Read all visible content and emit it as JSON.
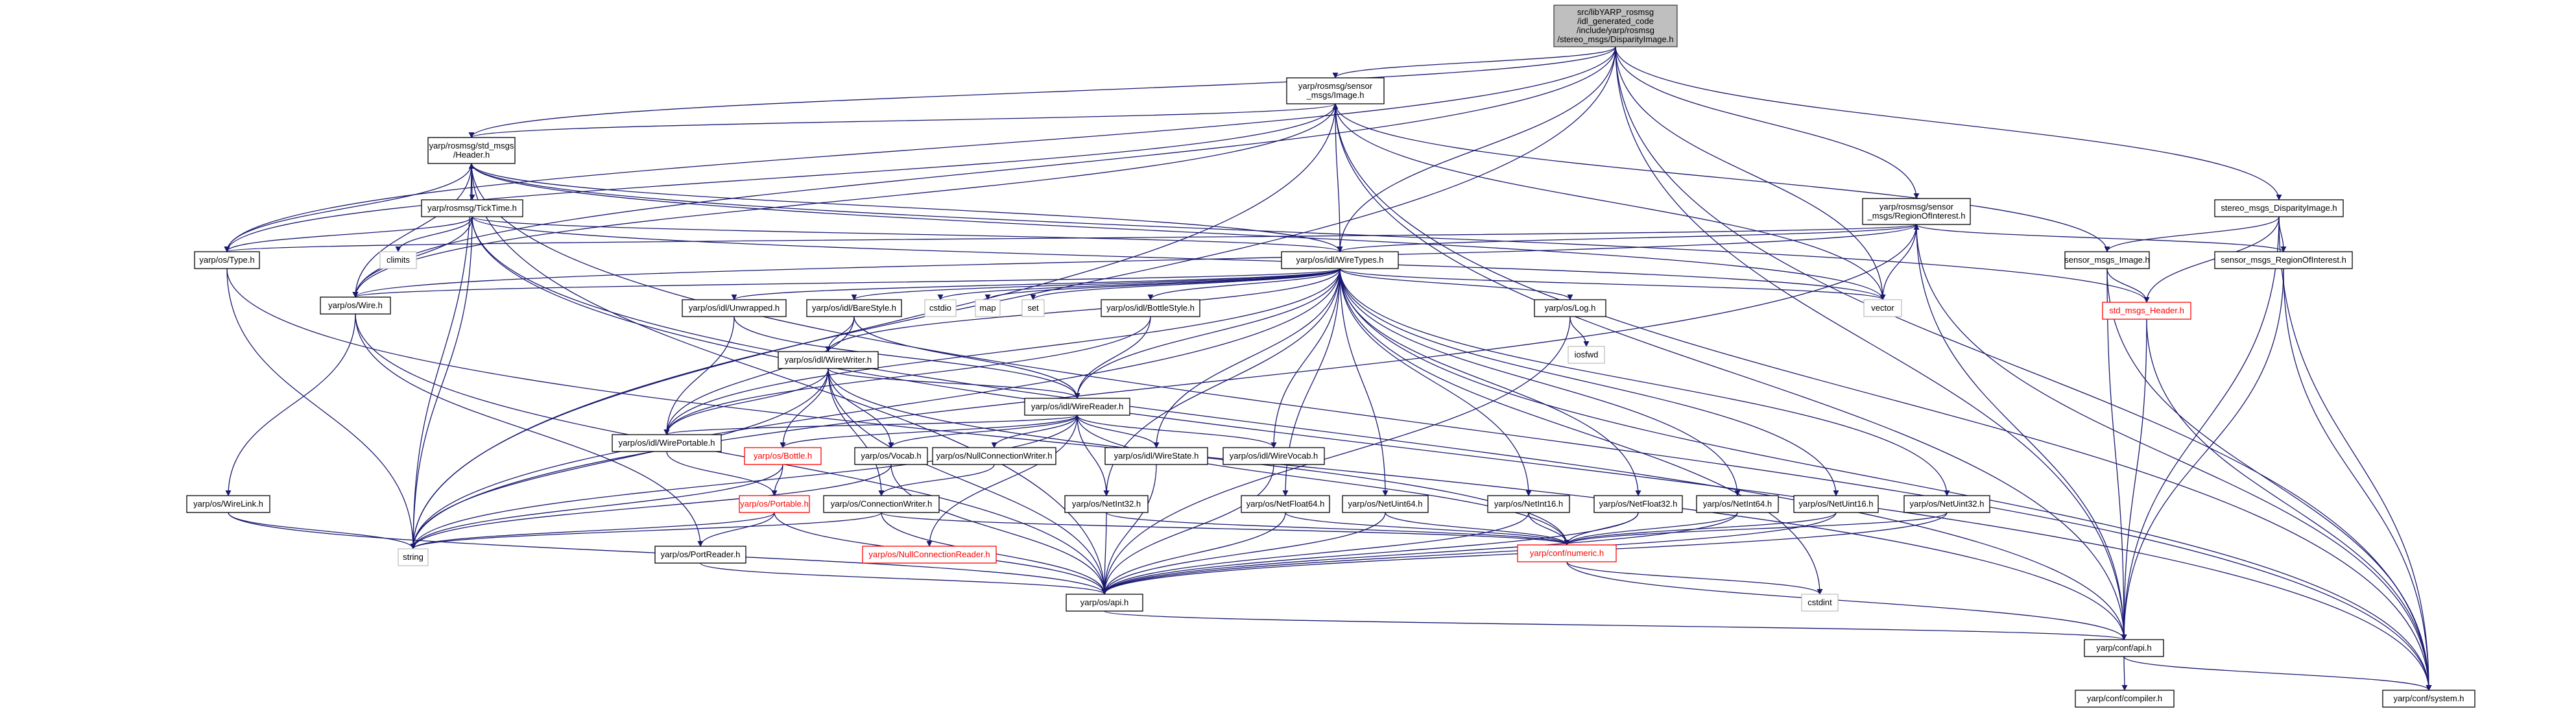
{
  "diagram": {
    "type": "include-dependency-graph",
    "nodes": {
      "root": "src/libYARP_rosmsg/idl_generated_code/include/yarp/rosmsg/stereo_msgs/DisparityImage.h",
      "sensor_image": "yarp/rosmsg/sensor_msgs/Image.h",
      "std_header": "yarp/rosmsg/std_msgs/Header.h",
      "ticktime": "yarp/rosmsg/TickTime.h",
      "roi": "yarp/rosmsg/sensor_msgs/RegionOfInterest.h",
      "stereo_disp": "stereo_msgs_DisparityImage.h",
      "sensor_msgs_image": "sensor_msgs_Image.h",
      "sensor_msgs_roi": "sensor_msgs_RegionOfInterest.h",
      "std_msgs_header": "std_msgs_Header.h",
      "type": "yarp/os/Type.h",
      "climits": "climits",
      "wiretypes": "yarp/os/idl/WireTypes.h",
      "wire": "yarp/os/Wire.h",
      "unwrapped": "yarp/os/idl/Unwrapped.h",
      "barestyle": "yarp/os/idl/BareStyle.h",
      "cstdio": "cstdio",
      "map": "map",
      "set": "set",
      "bottlestyle": "yarp/os/idl/BottleStyle.h",
      "log": "yarp/os/Log.h",
      "iosfwd": "iosfwd",
      "vector": "vector",
      "wirewriter": "yarp/os/idl/WireWriter.h",
      "wirereader": "yarp/os/idl/WireReader.h",
      "wireportable": "yarp/os/idl/WirePortable.h",
      "bottle": "yarp/os/Bottle.h",
      "vocab": "yarp/os/Vocab.h",
      "nullconnwriter": "yarp/os/NullConnectionWriter.h",
      "wirestate": "yarp/os/idl/WireState.h",
      "wirevocab": "yarp/os/idl/WireVocab.h",
      "portable": "yarp/os/Portable.h",
      "connwriter": "yarp/os/ConnectionWriter.h",
      "nullconnreader": "yarp/os/NullConnectionReader.h",
      "netint32": "yarp/os/NetInt32.h",
      "netfloat64": "yarp/os/NetFloat64.h",
      "netuint64": "yarp/os/NetUint64.h",
      "netint16": "yarp/os/NetInt16.h",
      "netfloat32": "yarp/os/NetFloat32.h",
      "netint64": "yarp/os/NetInt64.h",
      "netuint16": "yarp/os/NetUint16.h",
      "netuint32": "yarp/os/NetUint32.h",
      "wirelink": "yarp/os/WireLink.h",
      "string": "string",
      "portreader": "yarp/os/PortReader.h",
      "osapi": "yarp/os/api.h",
      "numeric": "yarp/conf/numeric.h",
      "cstdint": "cstdint",
      "confapi": "yarp/conf/api.h",
      "compiler": "yarp/conf/compiler.h",
      "system": "yarp/conf/system.h"
    }
  }
}
